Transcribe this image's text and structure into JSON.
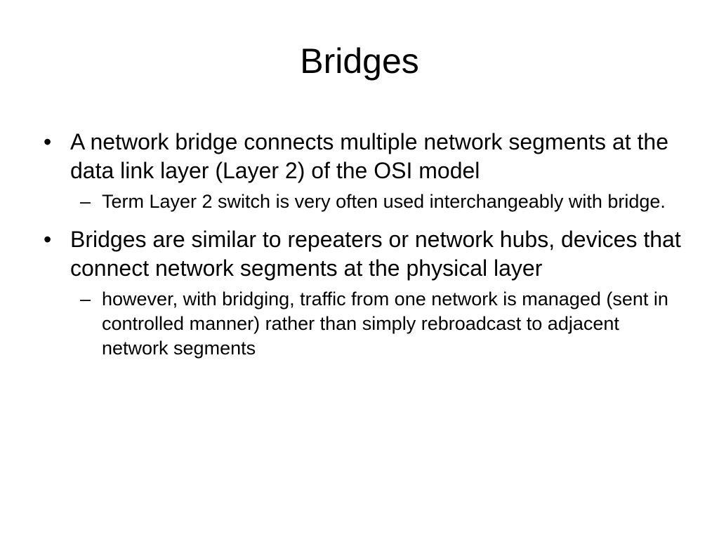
{
  "slide": {
    "title": "Bridges",
    "bullet_marker": "•",
    "sub_marker": "–",
    "bullets": [
      {
        "text": "A network bridge connects multiple network segments at the data link layer (Layer 2) of the OSI model",
        "sub": [
          {
            "text": "Term Layer 2 switch is very often used interchangeably with bridge."
          }
        ]
      },
      {
        "text": "Bridges are similar to repeaters or network hubs, devices that connect network segments at the physical layer",
        "sub": [
          {
            "text": "however, with bridging, traffic from one network is managed (sent in controlled manner) rather than simply rebroadcast to adjacent network segments"
          }
        ]
      }
    ]
  }
}
